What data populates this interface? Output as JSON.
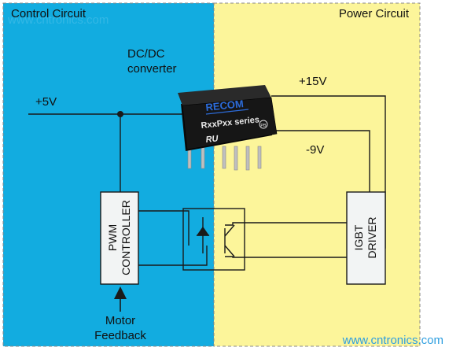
{
  "colors": {
    "control_bg": "#12ACE0",
    "power_bg": "#FCF59A",
    "block_fill": "#F2F4F4",
    "module_body": "#141414",
    "module_logo": "#2C6BD8",
    "wire": "#1a1a1a",
    "border": "#888888"
  },
  "regions": {
    "control_title": "Control Circuit",
    "power_title": "Power Circuit"
  },
  "converter": {
    "label_line1": "DC/DC",
    "label_line2": "converter",
    "brand": "RECOM",
    "series": "RxxPxx series",
    "cert_mark": "RU",
    "cert_circle": "PB"
  },
  "signals": {
    "input_voltage": "+5V",
    "positive_output": "+15V",
    "negative_output": "-9V"
  },
  "blocks": {
    "pwm_line1": "PWM",
    "pwm_line2": "CONTROLLER",
    "igbt_line1": "IGBT",
    "igbt_line2": "DRIVER"
  },
  "feedback": {
    "line1": "Motor",
    "line2": "Feedback"
  },
  "watermarks": {
    "top": "www.cntronics.com",
    "bottom": "www.cntronics.com"
  },
  "icons": {
    "optocoupler": "optocoupler-icon",
    "diode": "diode-icon",
    "phototransistor": "phototransistor-icon",
    "arrow": "arrow-up-icon"
  }
}
